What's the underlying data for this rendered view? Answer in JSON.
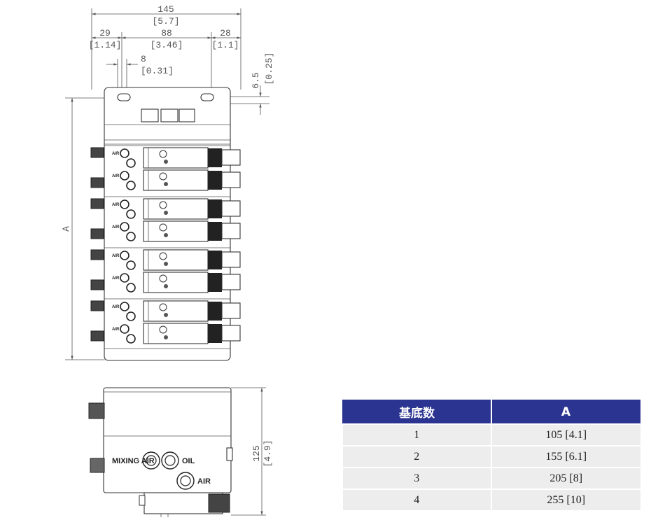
{
  "dimensions": {
    "overall_width": {
      "mm": "145",
      "inch": "[5.7]"
    },
    "left_offset": {
      "mm": "29",
      "inch": "[1.14]"
    },
    "hole_pitch": {
      "mm": "88",
      "inch": "[3.46]"
    },
    "right_offset": {
      "mm": "28",
      "inch": "[1.1]"
    },
    "slot_length": {
      "mm": "8",
      "inch": "[0.31]"
    },
    "slot_height": {
      "mm": "6.5",
      "inch": "[0.25]"
    },
    "body_height": {
      "label": "A"
    },
    "side_height": {
      "mm": "125",
      "inch": "[4.9]"
    }
  },
  "side_view_labels": {
    "mixing_air": "MIXING AIR",
    "oil": "OIL",
    "air": "AIR"
  },
  "front_port_labels": [
    "AIR",
    "AIR",
    "AIR",
    "AIR",
    "AIR",
    "AIR",
    "AIR",
    "AIR"
  ],
  "table": {
    "headers": [
      "基底数",
      "A"
    ],
    "rows": [
      [
        "1",
        "105 [4.1]"
      ],
      [
        "2",
        "155 [6.1]"
      ],
      [
        "3",
        "205 [8]"
      ],
      [
        "4",
        "255 [10]"
      ]
    ]
  }
}
